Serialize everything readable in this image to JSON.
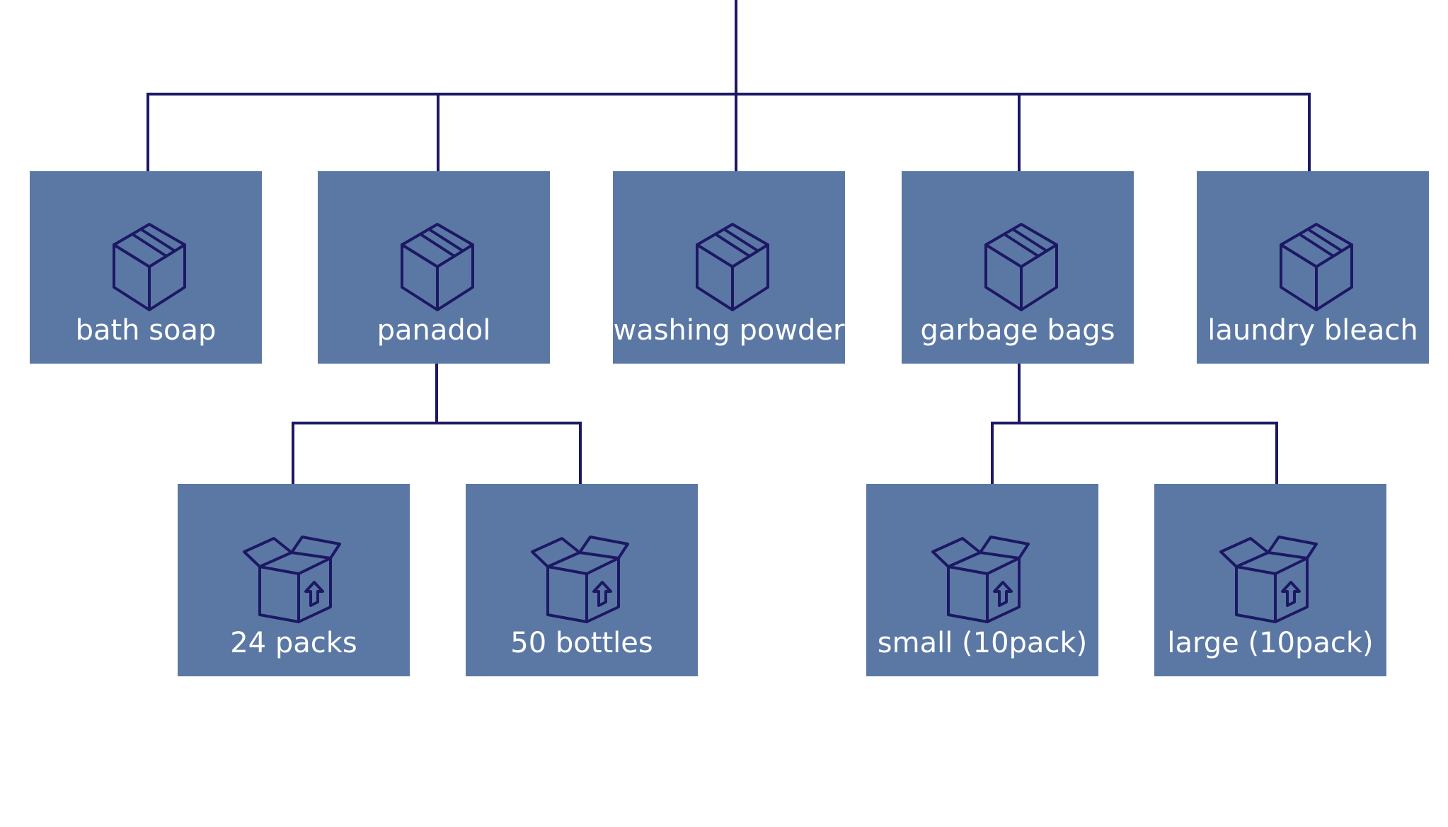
{
  "colors": {
    "background": "#ffffff",
    "box_fill": "#5b78a5",
    "line": "#1c1864",
    "icon_stroke": "#1c1864",
    "label_text": "#ffffff"
  },
  "nodes": [
    {
      "id": "bath-soap",
      "label": "bath soap",
      "icon": "closed-box-icon"
    },
    {
      "id": "panadol",
      "label": "panadol",
      "icon": "closed-box-icon"
    },
    {
      "id": "washing-powder",
      "label": "washing powder",
      "icon": "closed-box-icon"
    },
    {
      "id": "garbage-bags",
      "label": "garbage bags",
      "icon": "closed-box-icon"
    },
    {
      "id": "laundry-bleach",
      "label": "laundry bleach",
      "icon": "closed-box-icon"
    },
    {
      "id": "24-packs",
      "label": "24 packs",
      "icon": "open-box-icon",
      "parent": "panadol"
    },
    {
      "id": "50-bottles",
      "label": "50 bottles",
      "icon": "open-box-icon",
      "parent": "panadol"
    },
    {
      "id": "small-10pack",
      "label": "small (10pack)",
      "icon": "open-box-icon",
      "parent": "garbage-bags"
    },
    {
      "id": "large-10pack",
      "label": "large (10pack)",
      "icon": "open-box-icon",
      "parent": "garbage-bags"
    }
  ]
}
